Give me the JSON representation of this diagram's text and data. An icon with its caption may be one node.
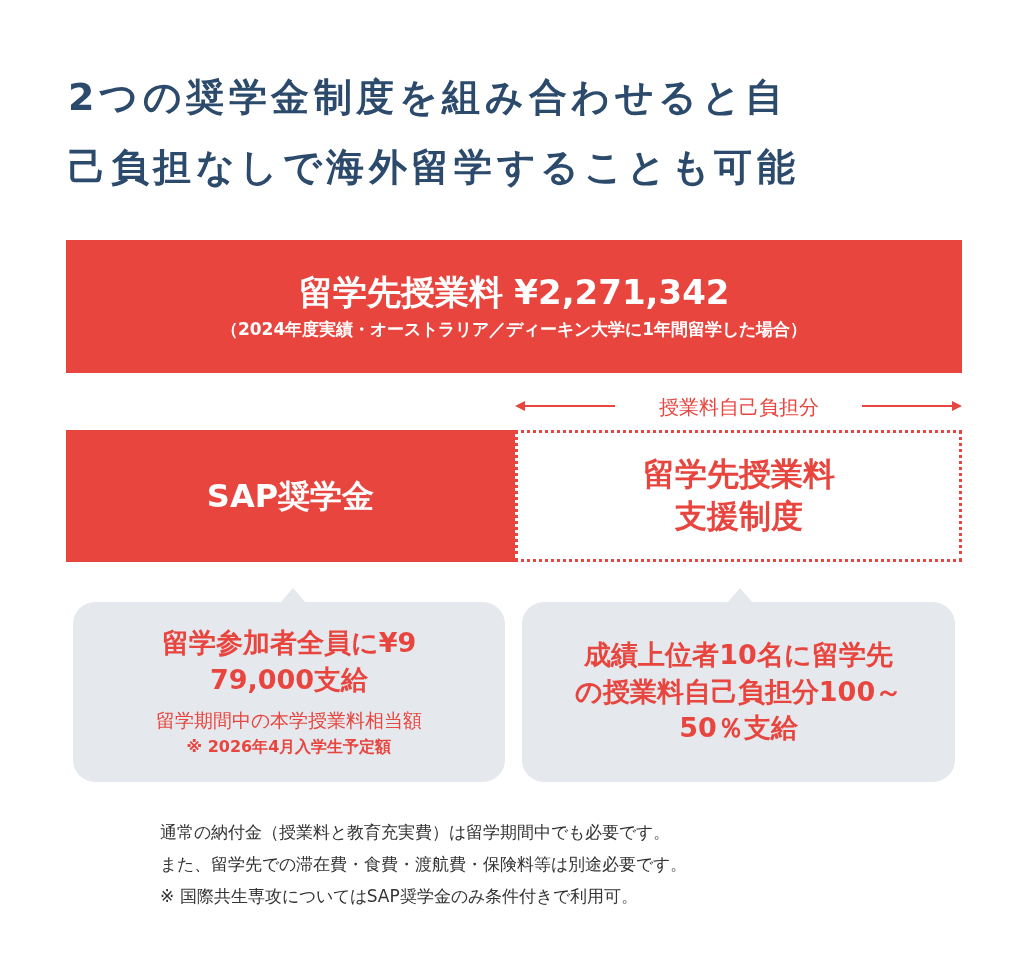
{
  "diagram": {
    "title": "2つの奨学金制度を組み合わせると自己負担なしで海外留学することも可能",
    "nodes": [
      {
        "text": [
          "留学先授業料 ¥2,271,342",
          "（2024年度実績・オーストラリア／ディーキン大学に1年間留学した場合）"
        ]
      },
      {
        "text": [
          "SAP奨学金"
        ]
      },
      {
        "text": [
          "留学先授業料支援制度"
        ]
      },
      {
        "text": [
          "留学参加者全員に¥979,000支給",
          "留学期間中の本学授業料相当額",
          "※ 2026年4月入学生予定額"
        ]
      },
      {
        "text": [
          "成績上位者10名に留学先の授業料自己負担分100～50％支給"
        ]
      }
    ],
    "labels": [
      "授業料自己負担分",
      "通常の納付金（授業料と教育充実費）は留学期間中でも必要です。",
      "また、留学先での滞在費・食費・渡航費・保険料等は別途必要です。",
      "※ 国際共生専攻についてはSAP奨学金のみ条件付きで利用可。"
    ]
  }
}
